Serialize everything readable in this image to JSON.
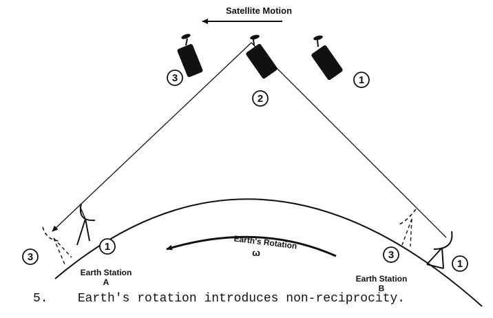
{
  "satellite_motion_label": "Satellite Motion",
  "satellite_positions": [
    "3",
    "2",
    "1"
  ],
  "earth_rotation_label": "Earth's Rotation",
  "earth_rotation_symbol": "ω",
  "station_a": {
    "name": "Earth Station",
    "letter": "A",
    "positions": [
      "3",
      "1"
    ]
  },
  "station_b": {
    "name": "Earth Station",
    "letter": "B",
    "positions": [
      "3",
      "1"
    ]
  },
  "caption": {
    "number": "5.",
    "text": "Earth's rotation introduces non-reciprocity."
  },
  "colors": {
    "ink": "#111111",
    "background": "#ffffff"
  }
}
